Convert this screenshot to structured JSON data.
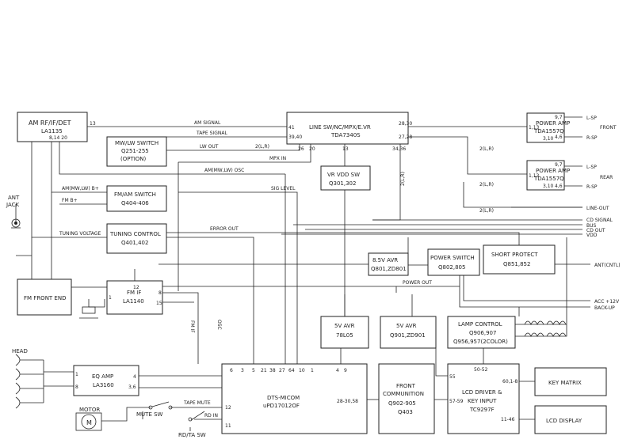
{
  "blocks": {
    "am_rf": {
      "line1": "AM RF/IF/DET",
      "line2": "LA1135"
    },
    "mwlw": {
      "line1": "MW/LW SWITCH",
      "line2": "Q251-255",
      "line3": "(OPTION)"
    },
    "fmam": {
      "line1": "FM/AM SWITCH",
      "line2": "Q404-406"
    },
    "tuning": {
      "line1": "TUNING CONTROL",
      "line2": "Q401,402"
    },
    "fm_front": {
      "line1": "FM FRONT END"
    },
    "fm_if": {
      "line1": "FM IF",
      "line2": "LA1140"
    },
    "line_sw": {
      "line1": "LINE SW/NC/MPX/E.VR",
      "line2": "TDA7340S"
    },
    "vr_vdd": {
      "line1": "VR VDD SW",
      "line2": "Q301,302"
    },
    "pa_front": {
      "line1": "POWER AMP",
      "line2": "TDA1557Q"
    },
    "pa_rear": {
      "line1": "POWER AMP",
      "line2": "TDA1557Q"
    },
    "avr85": {
      "line1": "8.5V AVR",
      "line2": "Q801,ZD801"
    },
    "pwr_sw": {
      "line1": "POWER SWITCH",
      "line2": "Q802,805"
    },
    "short": {
      "line1": "SHORT PROTECT",
      "line2": "Q851,852"
    },
    "avr5a": {
      "line1": "5V AVR",
      "line2": "78L05"
    },
    "avr5b": {
      "line1": "5V AVR",
      "line2": "Q901,ZD901"
    },
    "lamp": {
      "line1": "LAMP CONTROL",
      "line2": "Q906,907",
      "line3": "Q956,957(2COLOR)"
    },
    "eq": {
      "line1": "EQ AMP",
      "line2": "LA3160"
    },
    "micom": {
      "line1": "DTS-MICOM",
      "line2": "uPD17012OF"
    },
    "front": {
      "line1": "FRONT",
      "line2": "COMMUNITION",
      "line3": "Q902-905",
      "line4": "Q403"
    },
    "lcd_drv": {
      "line1": "LCD DRIVER &",
      "line2": "KEY INPUT",
      "line3": "TC9297F"
    },
    "keymatrix": {
      "line1": "KEY MATRIX"
    },
    "lcd_disp": {
      "line1": "LCD DISPLAY"
    }
  },
  "signals": {
    "am_signal": "AM SIGNAL",
    "tape_signal": "TAPE SIGNAL",
    "lw_out": "LW OUT",
    "am_mwlw_osc": "AM(MW,LW) OSC",
    "mpx_in": "MPX IN",
    "sig_level": "SIG LEVEL",
    "am_b": "AM(MW,LW) B+",
    "fm_b": "FM B+",
    "tuning_voltage": "TUNING VOLTAGE",
    "error_out": "ERROR OUT",
    "power_out": "POWER OUT",
    "osc": "OSC",
    "fm_if_v": "FM IF",
    "tape_mute": "TAPE MUTE",
    "rd_in": "RD IN",
    "ant_jack_1": "ANT",
    "ant_jack_2": "JACK",
    "head": "HEAD",
    "motor": "MOTOR",
    "motor_m": "M",
    "mute_sw": "MUTE SW",
    "rdta_sw": "RD/TA SW",
    "lr1": "2(L,R)",
    "lr2": "2(L,R)",
    "lr3": "2(L,R)",
    "lr4": "2(L,R)",
    "lr5": "2(L,R)"
  },
  "outputs": {
    "lsp1": "L-SP",
    "rsp1": "R-SP",
    "front": "FRONT",
    "lsp2": "L-SP",
    "rsp2": "R-SP",
    "rear": "REAR",
    "line_out": "LINE-OUT",
    "cd_signal": "CD SIGNAL",
    "bus": "BUS",
    "cd_out": "CD OUT",
    "vdd": "VDD",
    "ant_cntl": "ANT(CNTL)",
    "acc": "ACC +12V",
    "backup": "BACK-UP"
  },
  "pins": {
    "am_13": "13",
    "am_8": "8,14 20",
    "ls_41": "41",
    "ls_39": "39,40",
    "ls_26": "26",
    "ls_20": "20",
    "ls_13": "13",
    "ls_34": "34,36",
    "ls_28": "28,30",
    "ls_27": "27,28",
    "paf_113": "1,13",
    "paf_97": "9,7",
    "paf_310": "3,10",
    "paf_46": "4,6",
    "par_113": "1,13",
    "par_97": "9,7",
    "par_310": "3,10",
    "par_46": "4,6",
    "fmif_12": "12",
    "fmif_8": "8",
    "fmif_15": "15",
    "fmif_1": "1",
    "eq_1": "1",
    "eq_8": "8",
    "eq_4": "4",
    "eq_38": "3,6",
    "mc_6": "6",
    "mc_3": "3",
    "mc_5": "5",
    "mc_21": "21",
    "mc_38": "38",
    "mc_27": "27",
    "mc_64": "64",
    "mc_10": "10",
    "mc_1": "1",
    "mc_4": "4",
    "mc_9": "9",
    "mc_2830": "28-30,58",
    "mc_12": "12",
    "mc_11": "11",
    "lcd_55": "55",
    "lcd_5052": "50-52",
    "lcd_601": "60,1-8",
    "lcd_5759": "57-59",
    "lcd_1146": "11-46"
  }
}
